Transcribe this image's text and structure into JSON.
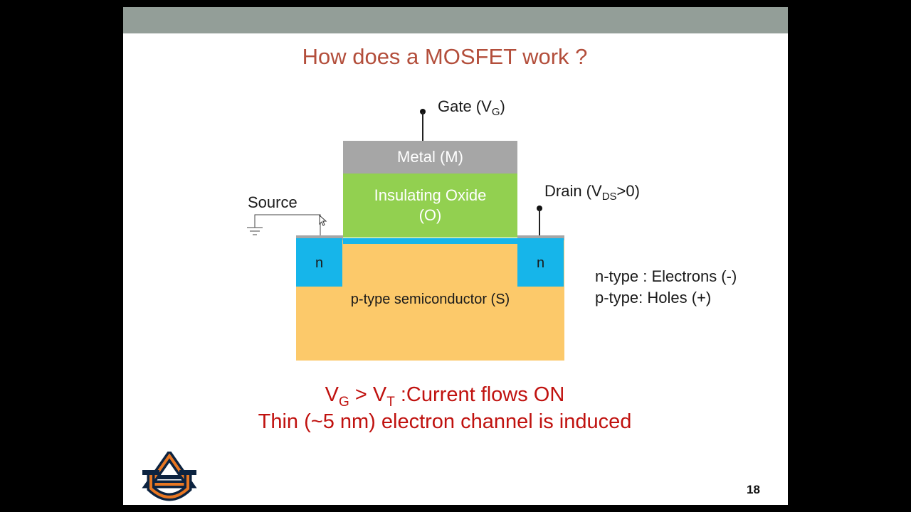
{
  "slide": {
    "title": "How does a MOSFET work ?",
    "page_number": "18",
    "logo_text": "AU"
  },
  "diagram": {
    "gate_label": "Gate (V",
    "gate_sub": "G",
    "gate_close": ")",
    "metal_label": "Metal (M)",
    "oxide_line1": "Insulating Oxide",
    "oxide_line2": "(O)",
    "source_label": "Source",
    "drain_label": "Drain (V",
    "drain_sub": "DS",
    "drain_close": ">0)",
    "n_left": "n",
    "n_right": "n",
    "substrate_label": "p-type semiconductor (S)",
    "legend_n": "n-type : Electrons (-)",
    "legend_p": "p-type: Holes (+)"
  },
  "footer_text": {
    "line1_v1": "V",
    "line1_sub1": "G",
    "line1_mid": " > V",
    "line1_sub2": "T",
    "line1_rest": " :Current flows ON",
    "line2": "Thin (~5 nm) electron channel is induced"
  },
  "colors": {
    "title": "#b34e3b",
    "metal": "#a6a6a6",
    "oxide": "#92d050",
    "n_region": "#16b5ea",
    "substrate": "#fcc96a",
    "footer_text": "#c0120f",
    "topbar": "#939e98",
    "logo_navy": "#0c2340",
    "logo_orange": "#e87722"
  }
}
